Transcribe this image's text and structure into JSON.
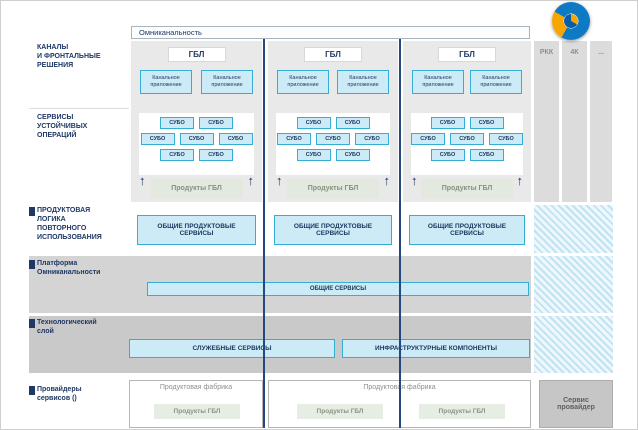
{
  "colors": {
    "accent_blue": "#1f3864",
    "cyan_border": "#35aed6",
    "cyan_fill": "#cdebf6",
    "column_gray": "#e9e9e9",
    "band_gray": "#d4d4d4",
    "logo_blue": "#0e7ac4",
    "logo_yellow": "#f7a600"
  },
  "icons": {
    "up_arrow": "↑"
  },
  "header": {
    "omnichannel": "Омниканальность"
  },
  "left_labels": [
    {
      "text": "КАНАЛЫ\nИ ФРОНТАЛЬНЫЕ\nРЕШЕНИЯ"
    },
    {
      "text": "СЕРВИСЫ\nУСТОЙЧИВЫХ\nОПЕРАЦИЙ"
    },
    {
      "text": "ПРОДУКТОВАЯ\nЛОГИКА\nПОВТОРНОГО\nИСПОЛЬЗОВАНИЯ"
    },
    {
      "text": "Платформа\nОмниканальности"
    },
    {
      "text": "Технологический\nслой"
    },
    {
      "text": "Провайдеры\nсервисов ()"
    }
  ],
  "labels": {
    "gbl": "ГБЛ",
    "channel_app": "Канальное\nприложение",
    "subo": "СУБО",
    "products_gbl": "Продукты ГБЛ",
    "common_product_services": "ОБЩИЕ ПРОДУКТОВЫЕ\nСЕРВИСЫ",
    "common_services": "ОБЩИЕ СЕРВИСЫ",
    "service_services": "СЛУЖЕБНЫЕ СЕРВИСЫ",
    "infra_components": "ИНФРАСТРУКТУРНЫЕ КОМПОНЕНТЫ"
  },
  "pillars": [
    "РКК",
    "4К",
    "..."
  ],
  "providers": [
    {
      "title": "Продуктовая фабрика"
    },
    {
      "title": "Продуктовая фабрика"
    },
    {
      "title": "Сервис\nпровайдер"
    }
  ]
}
